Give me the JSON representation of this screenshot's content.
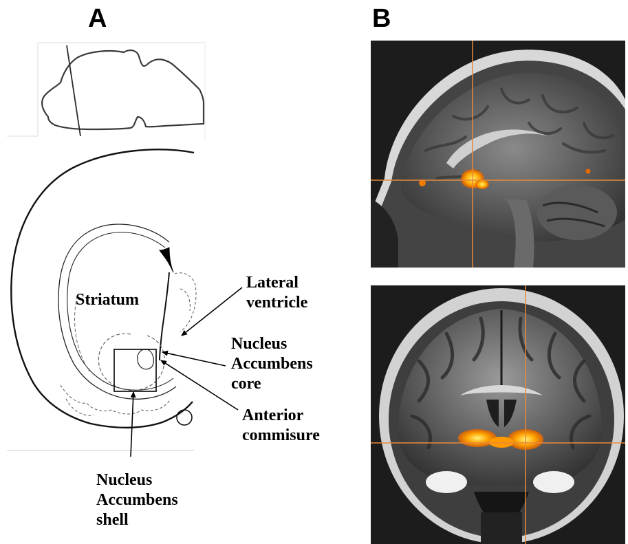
{
  "panels": {
    "a_letter": "A",
    "b_letter": "B"
  },
  "labels": {
    "striatum": "Striatum",
    "lateral_ventricle": [
      "Lateral",
      "ventricle"
    ],
    "nac_core": [
      "Nucleus",
      "Accumbens",
      "core"
    ],
    "anterior_commissure": [
      "Anterior",
      "commisure"
    ],
    "nac_shell": [
      "Nucleus",
      "Accumbens",
      "shell"
    ]
  },
  "colors": {
    "activation": "#ff9a00",
    "activation_hot": "#ffe85a",
    "crosshair": "#e8893a"
  }
}
